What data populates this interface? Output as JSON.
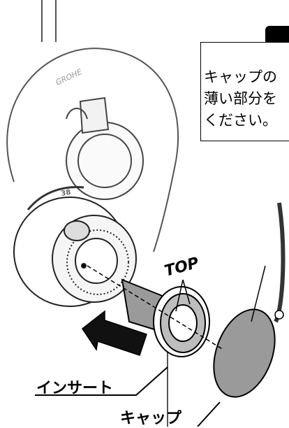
{
  "note": {
    "lines": [
      "キャップの",
      "薄い部分を",
      "ください。"
    ]
  },
  "labels": {
    "insert": "インサート",
    "cap": "キャップ",
    "top_mark": "TOP",
    "brand": "GROHE",
    "temp_mark": "38"
  }
}
